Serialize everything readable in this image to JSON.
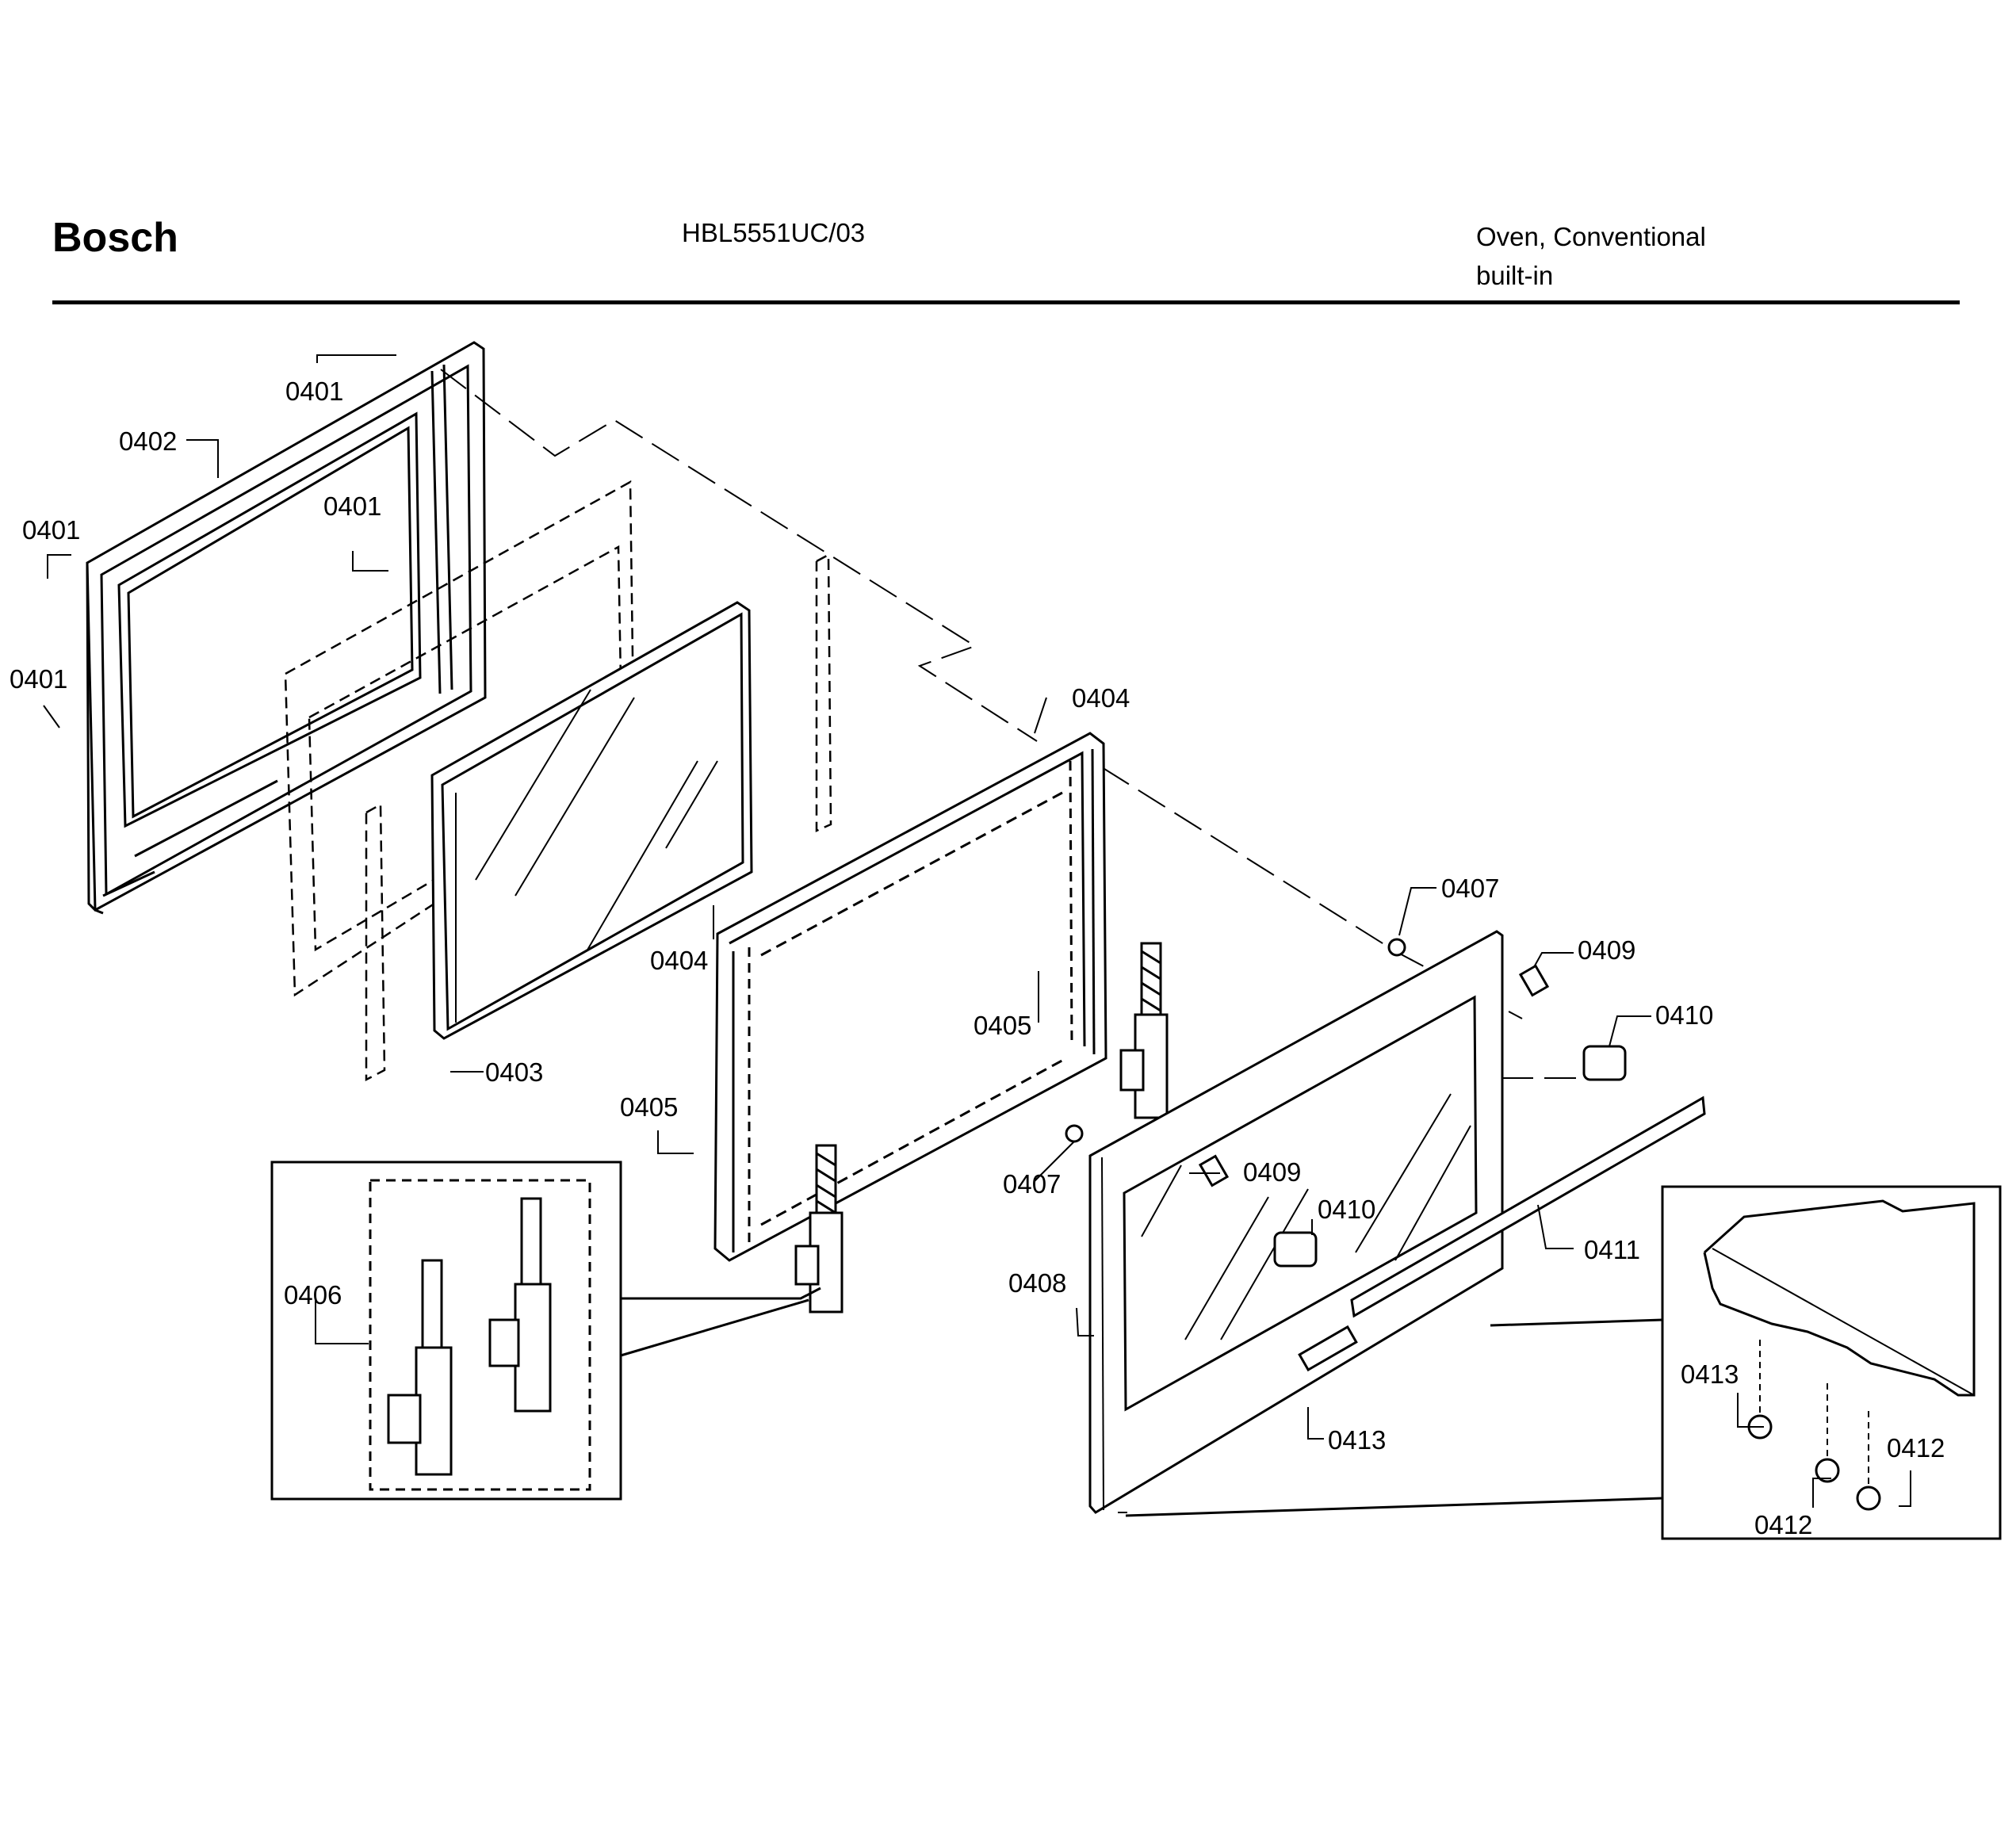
{
  "header": {
    "brand": "Bosch",
    "model": "HBL5551UC/03",
    "category_line1": "Oven, Conventional",
    "category_line2": "built-in"
  },
  "diagram": {
    "labels": {
      "l0401a": "0401",
      "l0401b": "0401",
      "l0401c": "0401",
      "l0401d": "0401",
      "l0402": "0402",
      "l0403": "0403",
      "l0404a": "0404",
      "l0404b": "0404",
      "l0405a": "0405",
      "l0405b": "0405",
      "l0406": "0406",
      "l0407a": "0407",
      "l0407b": "0407",
      "l0408": "0408",
      "l0409a": "0409",
      "l0409b": "0409",
      "l0410a": "0410",
      "l0410b": "0410",
      "l0411": "0411",
      "l0412a": "0412",
      "l0412b": "0412",
      "l0413a": "0413",
      "l0413b": "0413"
    }
  }
}
